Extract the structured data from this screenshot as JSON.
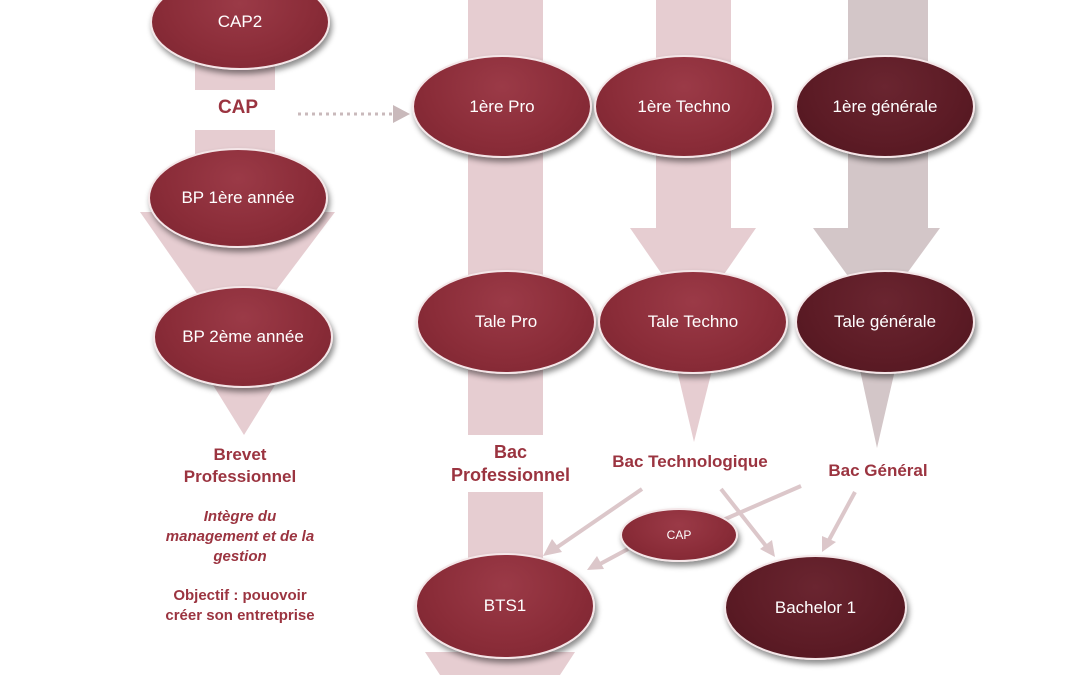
{
  "colors": {
    "node_red": "#8a2c38",
    "node_dark": "#5c1b25",
    "label_text": "#9b3440",
    "arrow_light": "#e6cdd1",
    "arrow_grey": "#d3c6c8"
  },
  "nodes": {
    "cap2": "CAP2",
    "bp1": "BP 1ère année",
    "bp2": "BP 2ème année",
    "premiere_pro": "1ère Pro",
    "premiere_techno": "1ère Techno",
    "premiere_generale": "1ère générale",
    "tale_pro": "Tale Pro",
    "tale_techno": "Tale Techno",
    "tale_generale": "Tale générale",
    "cap_small": "CAP",
    "bts1": "BTS1",
    "bachelor1": "Bachelor 1"
  },
  "labels": {
    "cap": "CAP",
    "brevet_line1": "Brevet",
    "brevet_line2": "Professionnel",
    "integre_line1": "Intègre du",
    "integre_line2": "management et de la",
    "integre_line3": "gestion",
    "objectif_line1": "Objectif : pouovoir",
    "objectif_line2": "créer son entretprise",
    "bac_pro_line1": "Bac",
    "bac_pro_line2": "Professionnel",
    "bac_techno": "Bac Technologique",
    "bac_general": "Bac Général"
  }
}
